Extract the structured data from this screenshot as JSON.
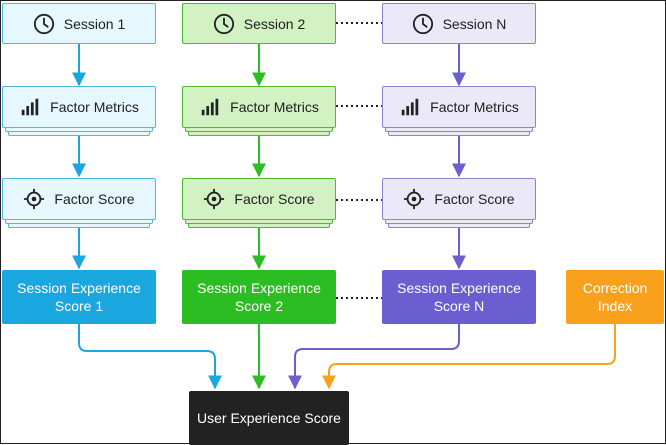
{
  "sessions": [
    {
      "session_label": "Session 1",
      "metrics_label": "Factor Metrics",
      "score_label": "Factor Score",
      "experience_line1": "Session Experience",
      "experience_line2": "Score 1"
    },
    {
      "session_label": "Session 2",
      "metrics_label": "Factor Metrics",
      "score_label": "Factor Score",
      "experience_line1": "Session Experience",
      "experience_line2": "Score 2"
    },
    {
      "session_label": "Session N",
      "metrics_label": "Factor Metrics",
      "score_label": "Factor Score",
      "experience_line1": "Session Experience",
      "experience_line2": "Score N"
    }
  ],
  "correction": {
    "line1": "Correction",
    "line2": "Index"
  },
  "result": {
    "label": "User Experience Score"
  },
  "icons": {
    "session": "clock-icon",
    "metrics": "bar-chart-icon",
    "score": "target-icon"
  },
  "colors": {
    "session_1": "#1aa6df",
    "session_2": "#2bbd22",
    "session_n": "#6b5ed1",
    "correction": "#f9a01c",
    "result": "#222222"
  }
}
